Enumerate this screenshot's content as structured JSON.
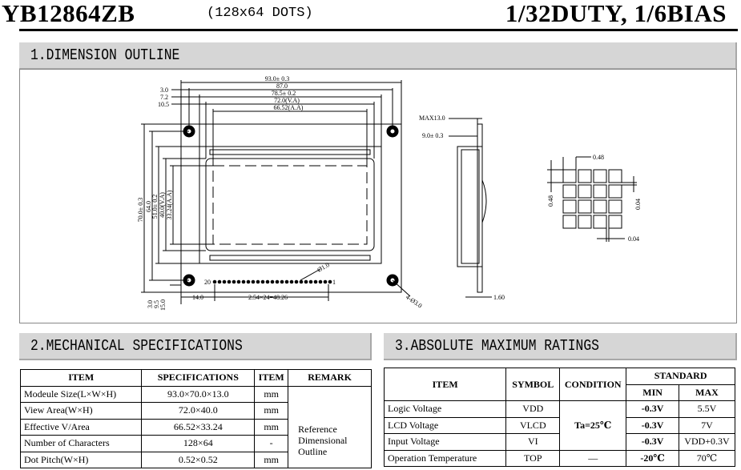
{
  "header": {
    "model": "YB12864ZB",
    "dots": "(128x64 DOTS)",
    "duty": "1/32DUTY, 1/6BIAS"
  },
  "sections": {
    "s1": "1.DIMENSION OUTLINE",
    "s2": "2.MECHANICAL SPECIFICATIONS",
    "s3": "3.ABSOLUTE MAXIMUM RATINGS"
  },
  "dims": {
    "top1": "93.0± 0.3",
    "top2": "87.0",
    "top3": "78.5± 0.2",
    "top4": "72.0(V.A)",
    "top5": "66.52(A.A)",
    "left1": "3.0",
    "left2": "7.2",
    "left3": "10.5",
    "v1": "70.0± 0.3",
    "v2": "64.0",
    "v3": "51.0± 0.2",
    "v4": "40.0(V.A)",
    "v5": "33.24(A.A)",
    "pin20": "20",
    "pin1": "1",
    "pinhole": "Ø1.0",
    "mount": "4-Ø3.0",
    "bot1": "14.0",
    "bot2": "2.54×24=48.26",
    "bl1": "3.0",
    "bl2": "9.5",
    "bl3": "15.0",
    "side1": "MAX13.0",
    "side2": "9.0± 0.3",
    "side3": "1.60",
    "dot1": "0.48",
    "dot2": "0.48",
    "dot3": "0.04",
    "dot4": "0.04"
  },
  "mech": {
    "headers": [
      "ITEM",
      "SPECIFICATIONS",
      "ITEM",
      "REMARK"
    ],
    "rows": [
      {
        "item": "Modeule Size(L×W×H)",
        "spec": "93.0×70.0×13.0",
        "unit": "mm"
      },
      {
        "item": "View Area(W×H)",
        "spec": "72.0×40.0",
        "unit": "mm"
      },
      {
        "item": "Effective V/Area",
        "spec": "66.52×33.24",
        "unit": "mm"
      },
      {
        "item": "Number of Characters",
        "spec": "128×64",
        "unit": "-"
      },
      {
        "item": "Dot Pitch(W×H)",
        "spec": "0.52×0.52",
        "unit": "mm"
      }
    ],
    "remark": "Reference Dimensional Outline"
  },
  "ratings": {
    "headers": {
      "item": "ITEM",
      "symbol": "SYMBOL",
      "condition": "CONDITION",
      "standard": "STANDARD",
      "min": "MIN",
      "max": "MAX"
    },
    "condition": "Ta=25℃",
    "rows": [
      {
        "item": "Logic Voltage",
        "sym": "VDD",
        "min": "-0.3V",
        "max": "5.5V"
      },
      {
        "item": "LCD Voltage",
        "sym": "VLCD",
        "min": "-0.3V",
        "max": "7V"
      },
      {
        "item": "Input Voltage",
        "sym": "VI",
        "min": "-0.3V",
        "max": "VDD+0.3V"
      },
      {
        "item": "Operation Temperature",
        "sym": "TOP",
        "cond": "—",
        "min": "-20℃",
        "max": "70℃"
      }
    ]
  }
}
